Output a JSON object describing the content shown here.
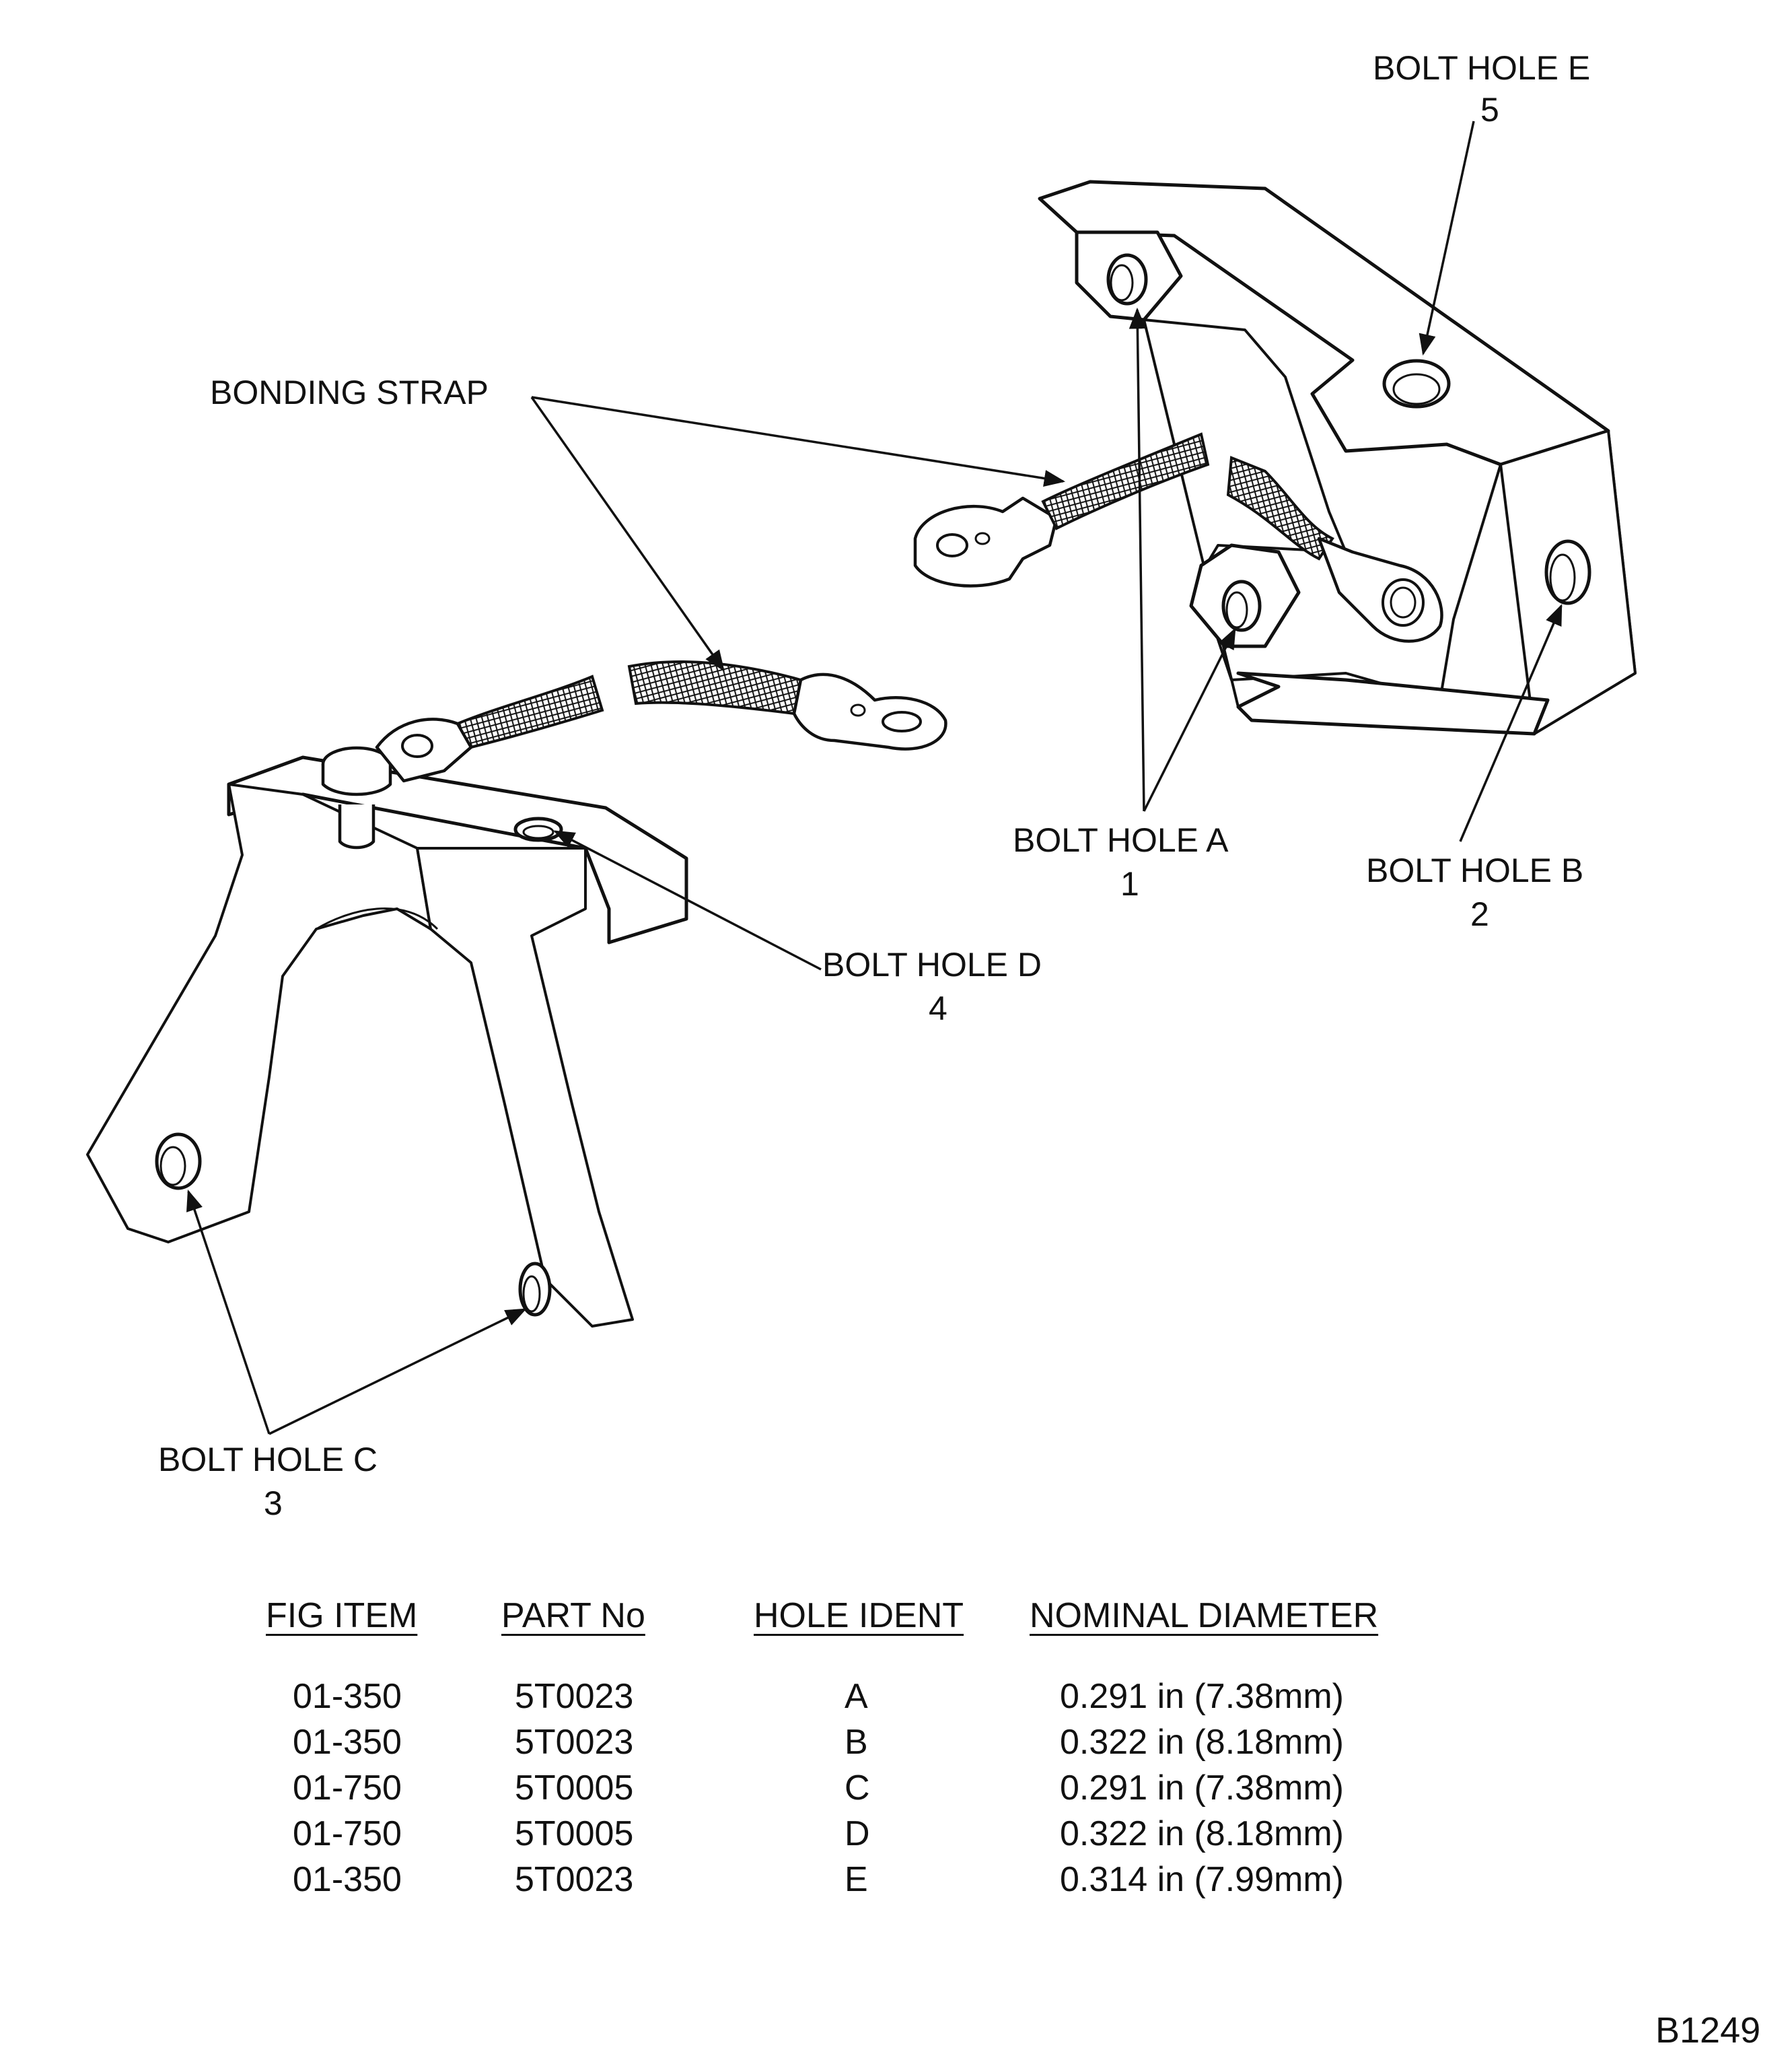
{
  "labels": {
    "bonding_strap": "BONDING STRAP",
    "bolt_hole_a": {
      "name": "BOLT HOLE A",
      "num": "1"
    },
    "bolt_hole_b": {
      "name": "BOLT HOLE B",
      "num": "2"
    },
    "bolt_hole_c": {
      "name": "BOLT HOLE C",
      "num": "3"
    },
    "bolt_hole_d": {
      "name": "BOLT HOLE D",
      "num": "4"
    },
    "bolt_hole_e": {
      "name": "BOLT HOLE E",
      "num": "5"
    }
  },
  "table": {
    "headers": [
      "FIG ITEM",
      "PART No",
      "HOLE IDENT",
      "NOMINAL DIAMETER"
    ],
    "rows": [
      [
        "01-350",
        "5T0023",
        "A",
        "0.291  in (7.38mm)"
      ],
      [
        "01-350",
        "5T0023",
        "B",
        "0.322  in (8.18mm)"
      ],
      [
        "01-750",
        "5T0005",
        "C",
        "0.291  in (7.38mm)"
      ],
      [
        "01-750",
        "5T0005",
        "D",
        "0.322  in (8.18mm)"
      ],
      [
        "01-350",
        "5T0023",
        "E",
        "0.314  in (7.99mm)"
      ]
    ]
  },
  "figure_ref": "B1249"
}
